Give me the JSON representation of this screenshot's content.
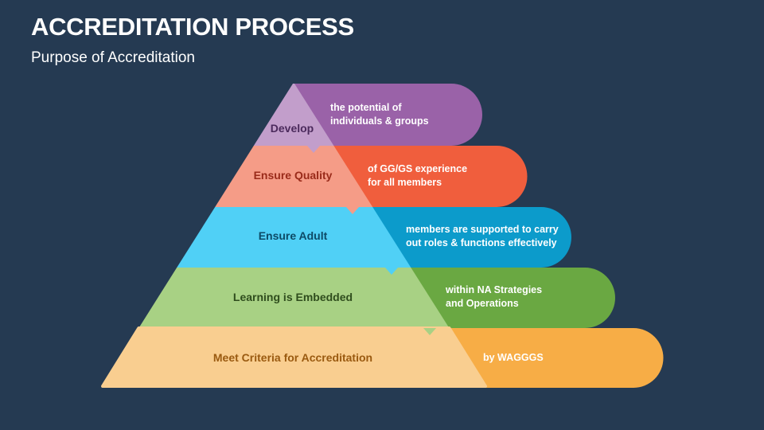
{
  "header": {
    "title": "ACCREDITATION PROCESS",
    "subtitle": "Purpose of Accreditation"
  },
  "levels": [
    {
      "label": "Develop",
      "desc_line1": "the potential of",
      "desc_line2": "individuals & groups",
      "light": "#c29ecb",
      "dark": "#9a62a8",
      "text_color": "#4b2a5c"
    },
    {
      "label": "Ensure Quality",
      "desc_line1": "of GG/GS experience",
      "desc_line2": "for all members",
      "light": "#f59c87",
      "dark": "#f05e3d",
      "text_color": "#9a2b1a"
    },
    {
      "label": "Ensure Adult",
      "desc_line1": "members are supported to carry",
      "desc_line2": "out roles & functions effectively",
      "light": "#50d0f6",
      "dark": "#0c9bcb",
      "text_color": "#0d4a66"
    },
    {
      "label": "Learning is Embedded",
      "desc_line1": "within NA Strategies",
      "desc_line2": "and Operations",
      "light": "#a8d184",
      "dark": "#6aa842",
      "text_color": "#2f4d1d"
    },
    {
      "label": "Meet Criteria for Accreditation",
      "desc_line1": "by WAGGGS",
      "desc_line2": "",
      "light": "#f9ce90",
      "dark": "#f7ad46",
      "text_color": "#9a5a10"
    }
  ]
}
